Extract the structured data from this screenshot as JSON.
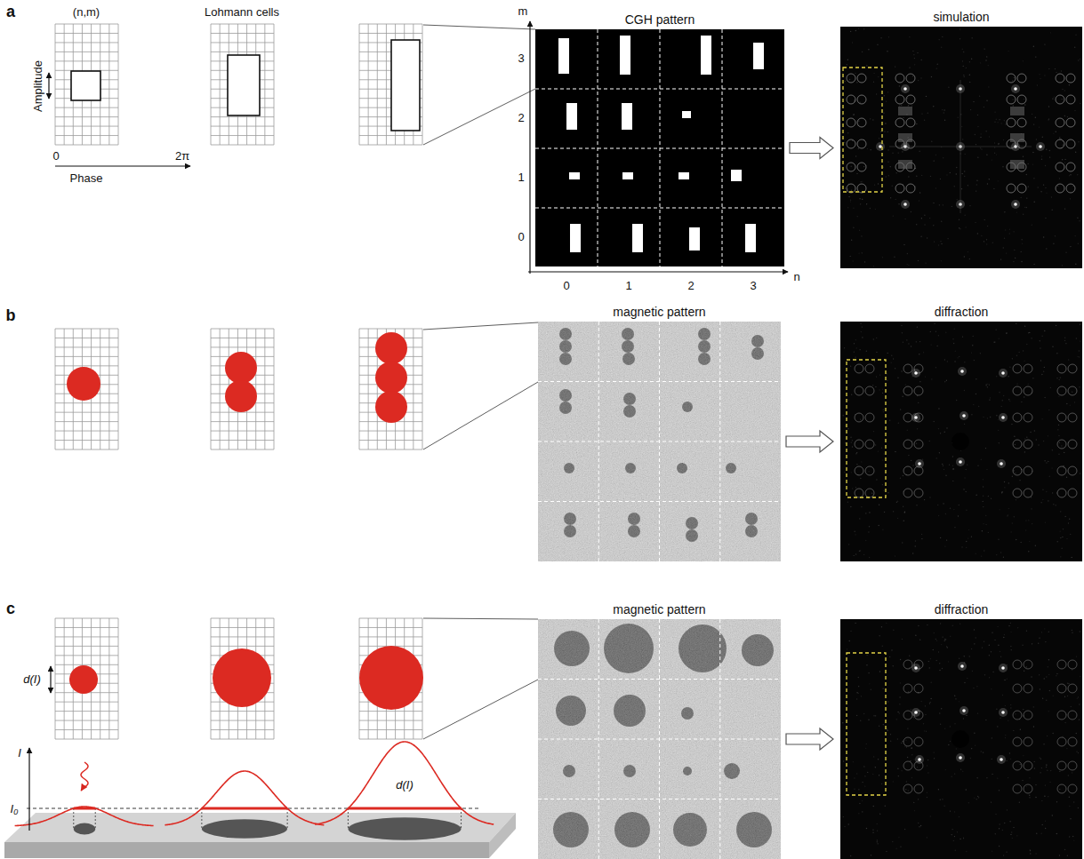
{
  "diagram": {
    "nodes": [
      {
        "text": [
          "CGH pattern"
        ]
      },
      {
        "text": [
          "simulation"
        ]
      },
      {
        "text": [
          "magnetic pattern"
        ]
      },
      {
        "text": [
          "diffraction"
        ]
      },
      {
        "text": [
          "magnetic pattern"
        ]
      },
      {
        "text": [
          "diffraction"
        ]
      }
    ],
    "edges": [
      {
        "from": 0,
        "to": 1,
        "arrow": "to"
      },
      {
        "from": 2,
        "to": 3,
        "arrow": "to"
      },
      {
        "from": 4,
        "to": 5,
        "arrow": "to"
      }
    ],
    "labels": [
      "a",
      "(n,m)",
      "Lohmann cells",
      "Amplitude",
      "0",
      "2π",
      "Phase",
      "m",
      "3",
      "2",
      "1",
      "0",
      "n",
      "0",
      "1",
      "2",
      "3",
      "b",
      "c",
      "d(I)",
      "I",
      "I₀",
      "d(I)"
    ]
  }
}
